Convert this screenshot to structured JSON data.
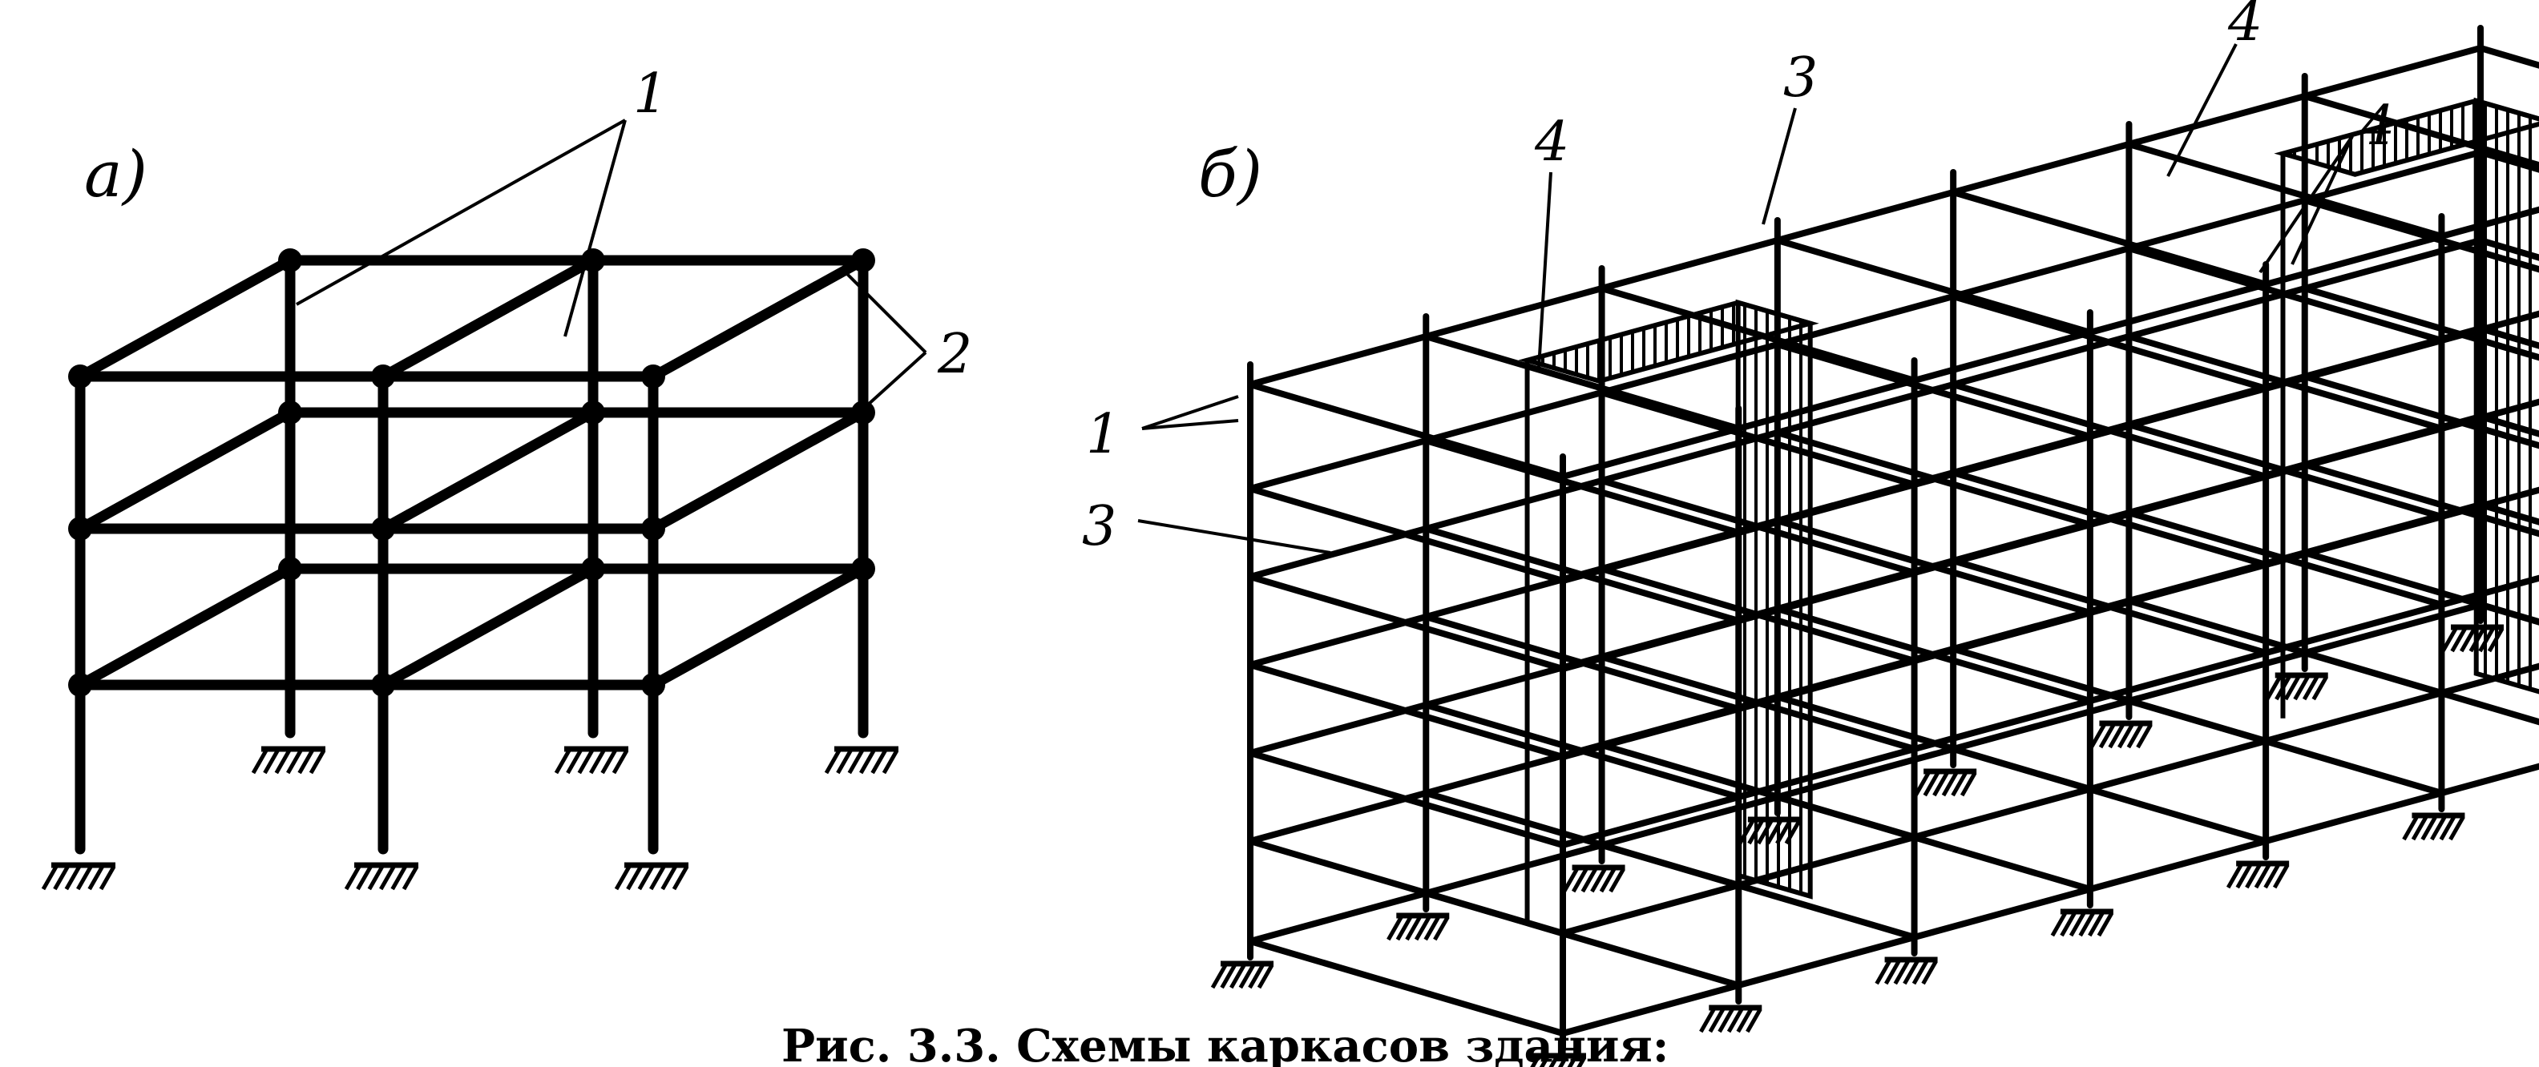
{
  "figure": {
    "caption": "Рис. 3.3. Схемы каркасов здания:",
    "panel_a": {
      "label": "а)",
      "callouts": {
        "frame": "1",
        "joints": "2"
      }
    },
    "panel_b": {
      "label": "б)",
      "callouts": {
        "frame": "1",
        "slab_left": "3",
        "slab_top": "3",
        "core_left": "4",
        "core_right_a": "4",
        "core_right_b": "4"
      }
    },
    "colors": {
      "ink": "#000000",
      "paper": "#ffffff"
    }
  }
}
